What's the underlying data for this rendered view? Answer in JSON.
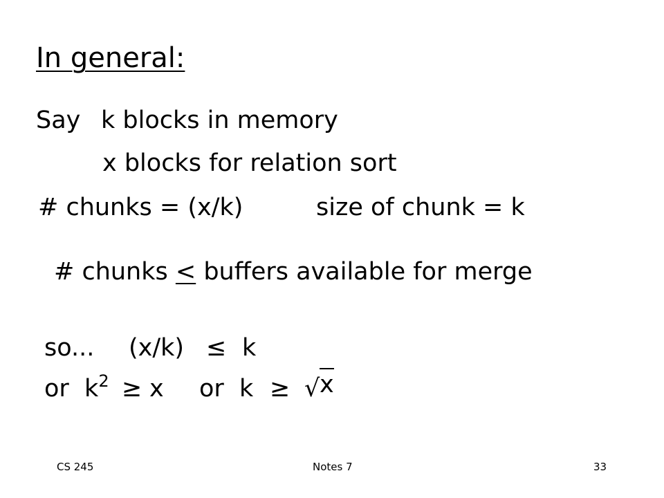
{
  "slide": {
    "title": "In general:",
    "line1_label": "Say",
    "line1_rest": "k blocks in memory",
    "line2": "x blocks for relation sort",
    "line3_left": "# chunks = (x/k)",
    "line3_right": "size of chunk = k",
    "line4_a": "# chunks ",
    "line4_op": "<",
    "line4_b": " buffers available for merge",
    "line5_so": "so...",
    "line5_expr": "(x/k)",
    "line5_op": "≤",
    "line5_k": "k",
    "line6_or1": "or  k",
    "line6_exp": "2",
    "line6_op1": "≥",
    "line6_x1": "x",
    "line6_or2": "or  k",
    "line6_op2": "≥",
    "line6_sqrt": "√",
    "line6_x2": "x"
  },
  "footer": {
    "left": "CS 245",
    "center": "Notes 7",
    "page": "33"
  }
}
